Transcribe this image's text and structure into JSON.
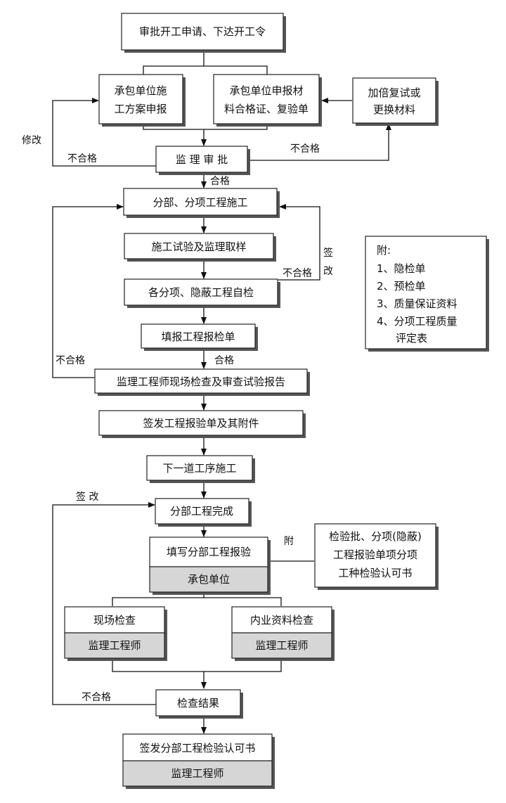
{
  "nodes": {
    "approve_start": "审批开工申请、下达开工令",
    "contractor_plan_l1": "承包单位施",
    "contractor_plan_l2": "工方案申报",
    "contractor_material_l1": "承包单位申报材",
    "contractor_material_l2": "料合格证、复验单",
    "retest_l1": "加倍复试或",
    "retest_l2": "更换材料",
    "supervision_approve": "监 理 审 批",
    "sub_construction": "分部、分项工程施工",
    "sampling": "施工试验及监理取样",
    "self_check": "各分项、隐蔽工程自检",
    "fill_report": "填报工程报检单",
    "engineer_inspect": "监理工程师现场检查及审查试验报告",
    "issue_report": "签发工程报验单及其附件",
    "next_process": "下一道工序施工",
    "part_complete": "分部工程完成",
    "fill_part_report": "填写分部工程报验",
    "contractor": "承包单位",
    "site_check": "现场检查",
    "site_engineer": "监理工程师",
    "doc_check": "内业资料检查",
    "doc_engineer": "监理工程师",
    "check_result": "检查结果",
    "issue_permit": "签发分部工程检验认可书",
    "final_engineer": "监理工程师",
    "attach_l1": "检验批、分项(隐蔽)",
    "attach_l2": "工程报验单项分项",
    "attach_l3": "工种检验认可书"
  },
  "legend": {
    "title": "附:",
    "items": [
      "1、隐检单",
      "2、预检单",
      "3、质量保证资料",
      "4、分项工程质量"
    ],
    "item4_cont": "评定表"
  },
  "labels": {
    "modify": "修改",
    "fail1": "不合格",
    "fail2": "不合格",
    "pass1": "合格",
    "sign1": "签",
    "sign2": "改",
    "fail3": "不合格",
    "fail4": "不合格",
    "pass2": "合格",
    "sign_mod": "签 改",
    "attach": "附",
    "fail5": "不合格"
  }
}
